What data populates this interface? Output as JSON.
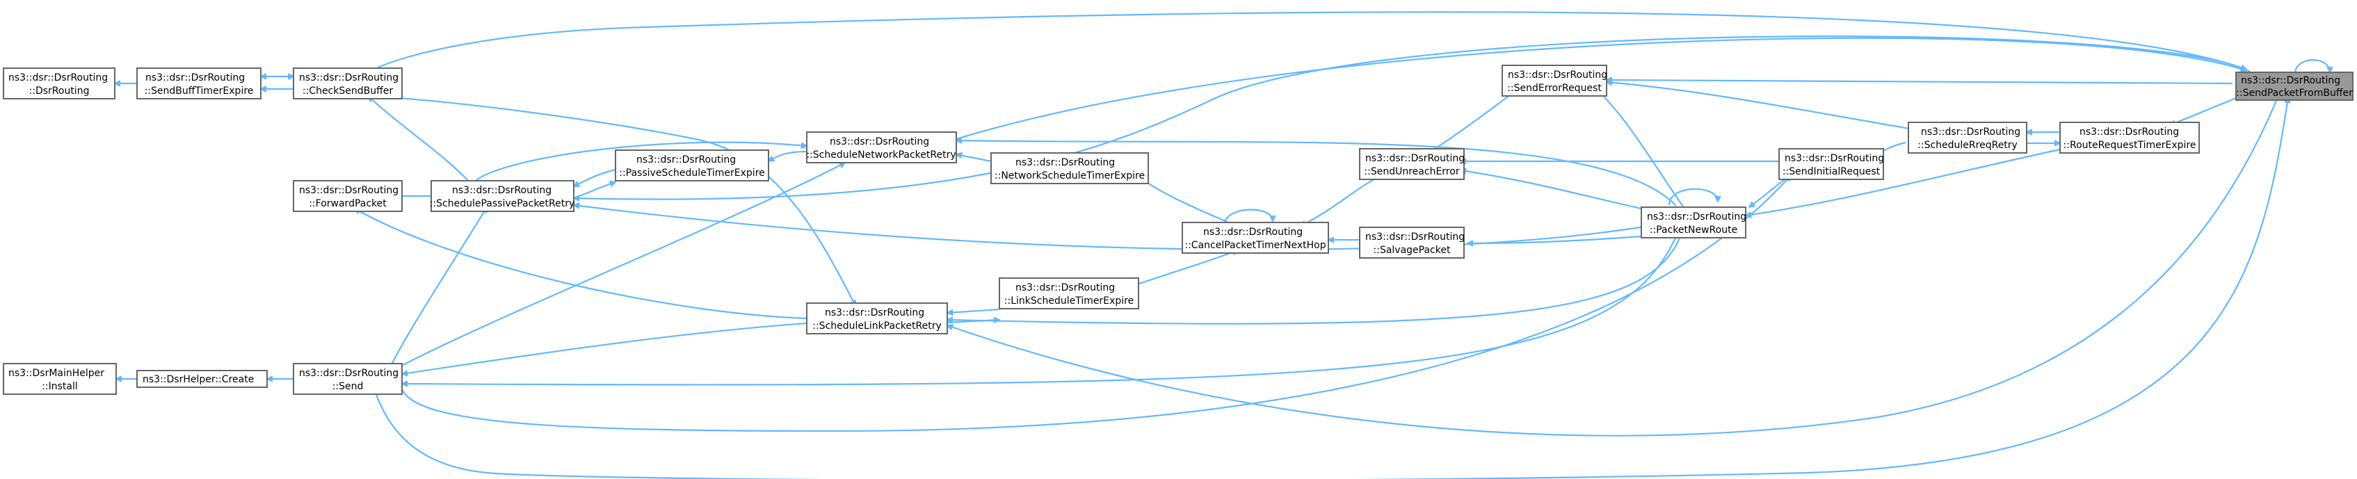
{
  "nodes": {
    "dsrrouting": {
      "line1": "ns3::dsr::DsrRouting",
      "line2": "::DsrRouting"
    },
    "sendbufftimer": {
      "line1": "ns3::dsr::DsrRouting",
      "line2": "::SendBuffTimerExpire"
    },
    "checksendbuffer": {
      "line1": "ns3::dsr::DsrRouting",
      "line2": "::CheckSendBuffer"
    },
    "forwardpacket": {
      "line1": "ns3::dsr::DsrRouting",
      "line2": "::ForwardPacket"
    },
    "schedpassive": {
      "line1": "ns3::dsr::DsrRouting",
      "line2": "::SchedulePassivePacketRetry"
    },
    "passivetimer": {
      "line1": "ns3::dsr::DsrRouting",
      "line2": "::PassiveScheduleTimerExpire"
    },
    "schednetwork": {
      "line1": "ns3::dsr::DsrRouting",
      "line2": "::ScheduleNetworkPacketRetry"
    },
    "networktimer": {
      "line1": "ns3::dsr::DsrRouting",
      "line2": "::NetworkScheduleTimerExpire"
    },
    "cancelpacket": {
      "line1": "ns3::dsr::DsrRouting",
      "line2": "::CancelPacketTimerNextHop"
    },
    "schedlink": {
      "line1": "ns3::dsr::DsrRouting",
      "line2": "::ScheduleLinkPacketRetry"
    },
    "linktimer": {
      "line1": "ns3::dsr::DsrRouting",
      "line2": "::LinkScheduleTimerExpire"
    },
    "send": {
      "line1": "ns3::dsr::DsrRouting",
      "line2": "::Send"
    },
    "mainhelper": {
      "line1": "ns3::DsrMainHelper",
      "line2": "::Install"
    },
    "helpercreate": {
      "line1": "ns3::DsrHelper::Create",
      "line2": ""
    },
    "senderror": {
      "line1": "ns3::dsr::DsrRouting",
      "line2": "::SendErrorRequest"
    },
    "sendunreach": {
      "line1": "ns3::dsr::DsrRouting",
      "line2": "::SendUnreachError"
    },
    "salvage": {
      "line1": "ns3::dsr::DsrRouting",
      "line2": "::SalvagePacket"
    },
    "packetnewroute": {
      "line1": "ns3::dsr::DsrRouting",
      "line2": "::PacketNewRoute"
    },
    "sendinitial": {
      "line1": "ns3::dsr::DsrRouting",
      "line2": "::SendInitialRequest"
    },
    "schedrreq": {
      "line1": "ns3::dsr::DsrRouting",
      "line2": "::ScheduleRreqRetry"
    },
    "routereqtimer": {
      "line1": "ns3::dsr::DsrRouting",
      "line2": "::RouteRequestTimerExpire"
    },
    "sendfrombuffer": {
      "line1": "ns3::dsr::DsrRouting",
      "line2": "::SendPacketFromBuffer"
    }
  },
  "colors": {
    "edge": "#63b8ff",
    "node_border": "#666666",
    "node_fill": "#ffffff",
    "highlight_fill": "#999999"
  }
}
